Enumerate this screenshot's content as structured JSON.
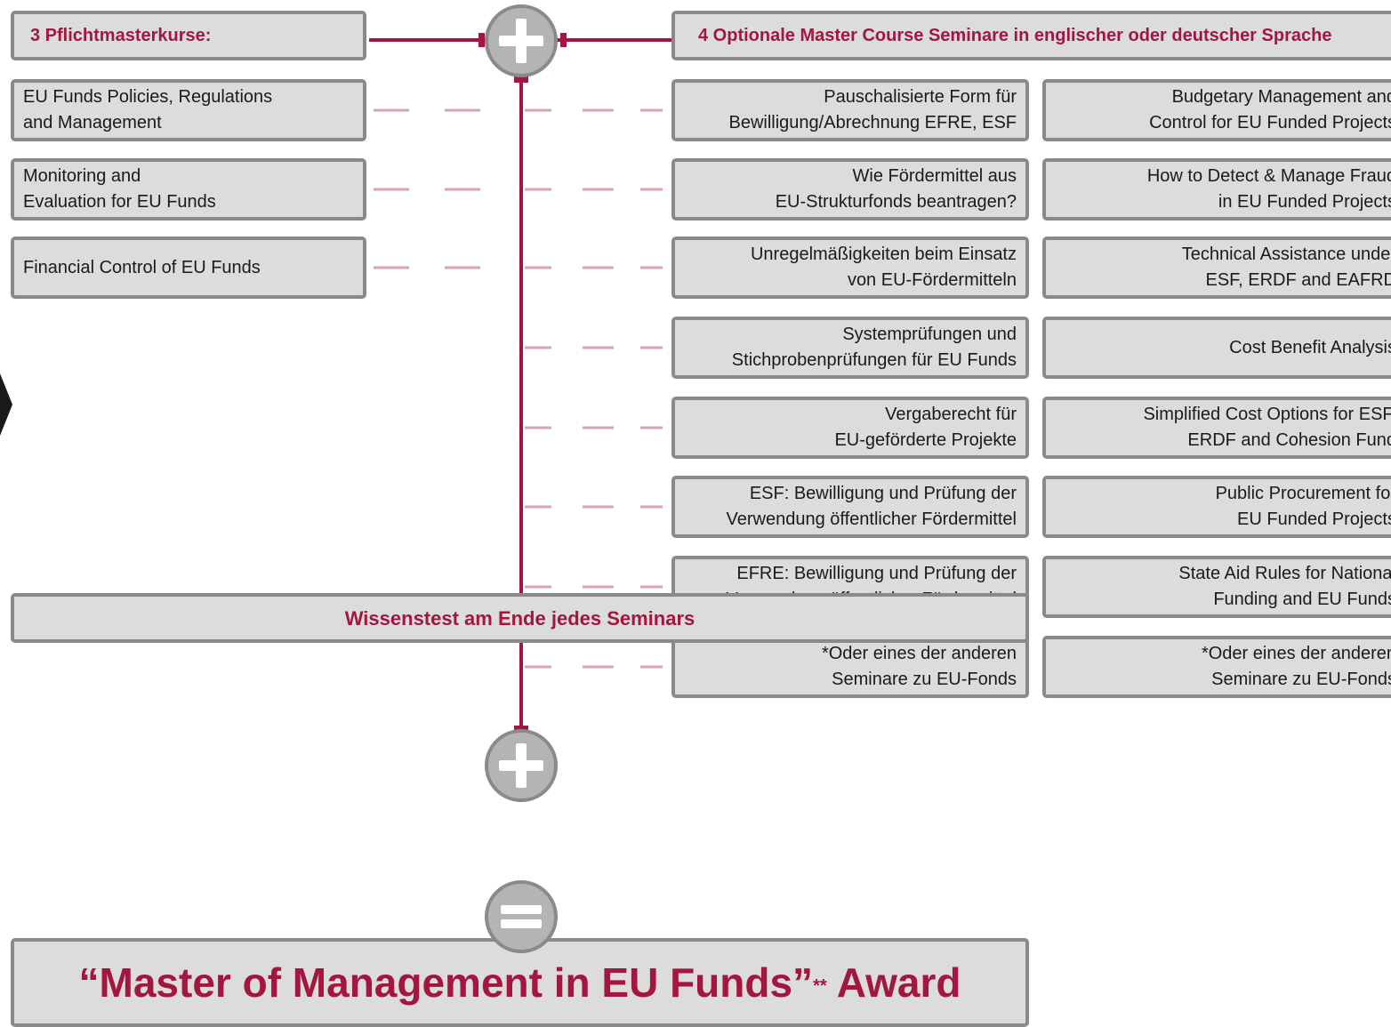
{
  "left_header": "3 Pflichtmasterkurse:",
  "right_header": "4 Optionale Master Course Seminare  in englischer oder deutscher Sprache",
  "mandatory_courses": [
    "EU Funds Policies, Regulations\nand Management",
    "Monitoring and\nEvaluation for EU Funds",
    "Financial Control of EU Funds"
  ],
  "german_seminars": [
    "Pauschalisierte Form für\nBewilligung/Abrechnung EFRE, ESF",
    "Wie Fördermittel aus\nEU-Strukturfonds beantragen?",
    "Unregelmäßigkeiten beim Einsatz\nvon EU-Fördermitteln",
    "Systemprüfungen und\nStichprobenprüfungen für EU Funds",
    "Vergaberecht für\nEU-geförderte Projekte",
    "ESF: Bewilligung und Prüfung der\nVerwendung öffentlicher Fördermittel",
    "EFRE: Bewilligung und Prüfung der\nVerwendung öffentlicher Fördermittel",
    "*Oder eines der anderen\nSeminare zu EU-Fonds"
  ],
  "english_seminars": [
    "Budgetary Management and\nControl for EU Funded Projects",
    "How to Detect & Manage Fraud\nin EU Funded Projects",
    "Technical Assistance under\nESF, ERDF and EAFRD",
    "Cost Benefit Analysis",
    "Simplified Cost Options for ESF,\nERDF and Cohesion Fund",
    "Public Procurement for\nEU Funded Projects",
    "State Aid Rules for National\nFunding and EU Funds",
    "*Oder eines der anderen\nSeminare zu EU-Fonds"
  ],
  "knowledge_test": "Wissenstest am Ende jedes Seminars",
  "award": {
    "main": "“Master of Management in EU Funds”",
    "marker": "**",
    "suffix": " Award"
  },
  "colors": {
    "accent": "#a3163f",
    "box_fill": "#dcdcdc",
    "box_border": "#8a8a8a",
    "dash": "#d9a3b2",
    "icon_fill": "#b4b4b4"
  },
  "icons": [
    "plus-icon",
    "plus-icon",
    "equals-icon"
  ]
}
